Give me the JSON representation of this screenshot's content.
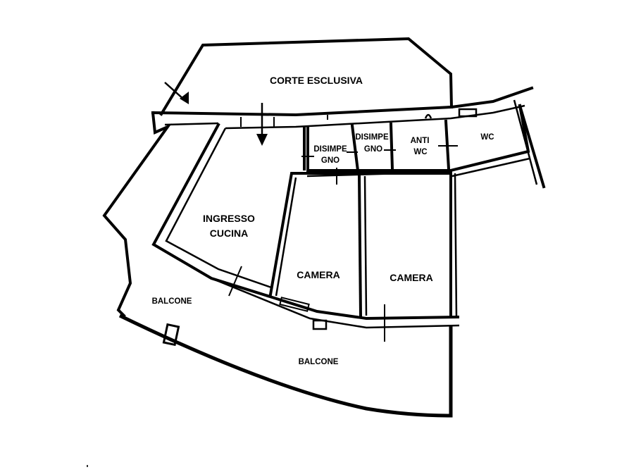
{
  "plan": {
    "background": "#ffffff",
    "line_color": "#000000",
    "rooms": [
      {
        "id": "corte",
        "label_lines": [
          "CORTE ESCLUSIVA"
        ]
      },
      {
        "id": "ingresso",
        "label_lines": [
          "INGRESSO",
          "CUCINA"
        ]
      },
      {
        "id": "disimpegno1",
        "label_lines": [
          "DISIMPE",
          "GNO"
        ]
      },
      {
        "id": "disimpegno2",
        "label_lines": [
          "DISIMPE",
          "GNO"
        ]
      },
      {
        "id": "antiwc",
        "label_lines": [
          "ANTI",
          "WC"
        ]
      },
      {
        "id": "wc",
        "label_lines": [
          "WC"
        ]
      },
      {
        "id": "camera1",
        "label_lines": [
          "CAMERA"
        ]
      },
      {
        "id": "camera2",
        "label_lines": [
          "CAMERA"
        ]
      },
      {
        "id": "balcone1",
        "label_lines": [
          "BALCONE"
        ]
      },
      {
        "id": "balcone2",
        "label_lines": [
          "BALCONE"
        ]
      }
    ],
    "icons": [
      "entrance-arrow-icon",
      "entrance-arrow-icon"
    ]
  }
}
